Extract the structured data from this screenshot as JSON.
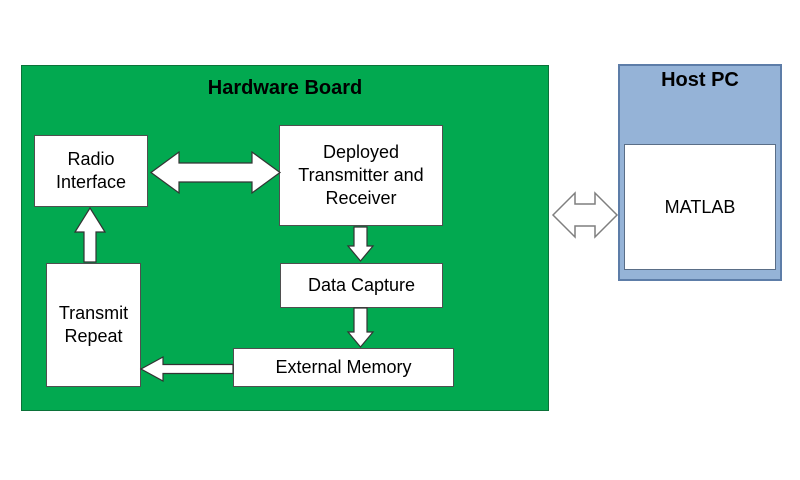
{
  "diagram": {
    "hardware_board": {
      "title": "Hardware Board",
      "fill_color": "#02a950",
      "blocks": {
        "radio_interface": {
          "label": "Radio Interface"
        },
        "deployed_transmitter_receiver": {
          "label": "Deployed Transmitter and Receiver"
        },
        "data_capture": {
          "label": "Data Capture"
        },
        "external_memory": {
          "label": "External Memory"
        },
        "transmit_repeat": {
          "label": "Transmit Repeat"
        }
      }
    },
    "host_pc": {
      "title": "Host PC",
      "fill_color": "#95b3d7",
      "blocks": {
        "matlab": {
          "label": "MATLAB"
        }
      }
    },
    "connections": [
      {
        "from": "Radio Interface",
        "to": "Deployed Transmitter and Receiver",
        "direction": "bidirectional"
      },
      {
        "from": "Deployed Transmitter and Receiver",
        "to": "Data Capture",
        "direction": "down"
      },
      {
        "from": "Data Capture",
        "to": "External Memory",
        "direction": "down"
      },
      {
        "from": "External Memory",
        "to": "Transmit Repeat",
        "direction": "left"
      },
      {
        "from": "Transmit Repeat",
        "to": "Radio Interface",
        "direction": "up"
      },
      {
        "from": "Hardware Board",
        "to": "Host PC",
        "direction": "bidirectional"
      }
    ]
  }
}
